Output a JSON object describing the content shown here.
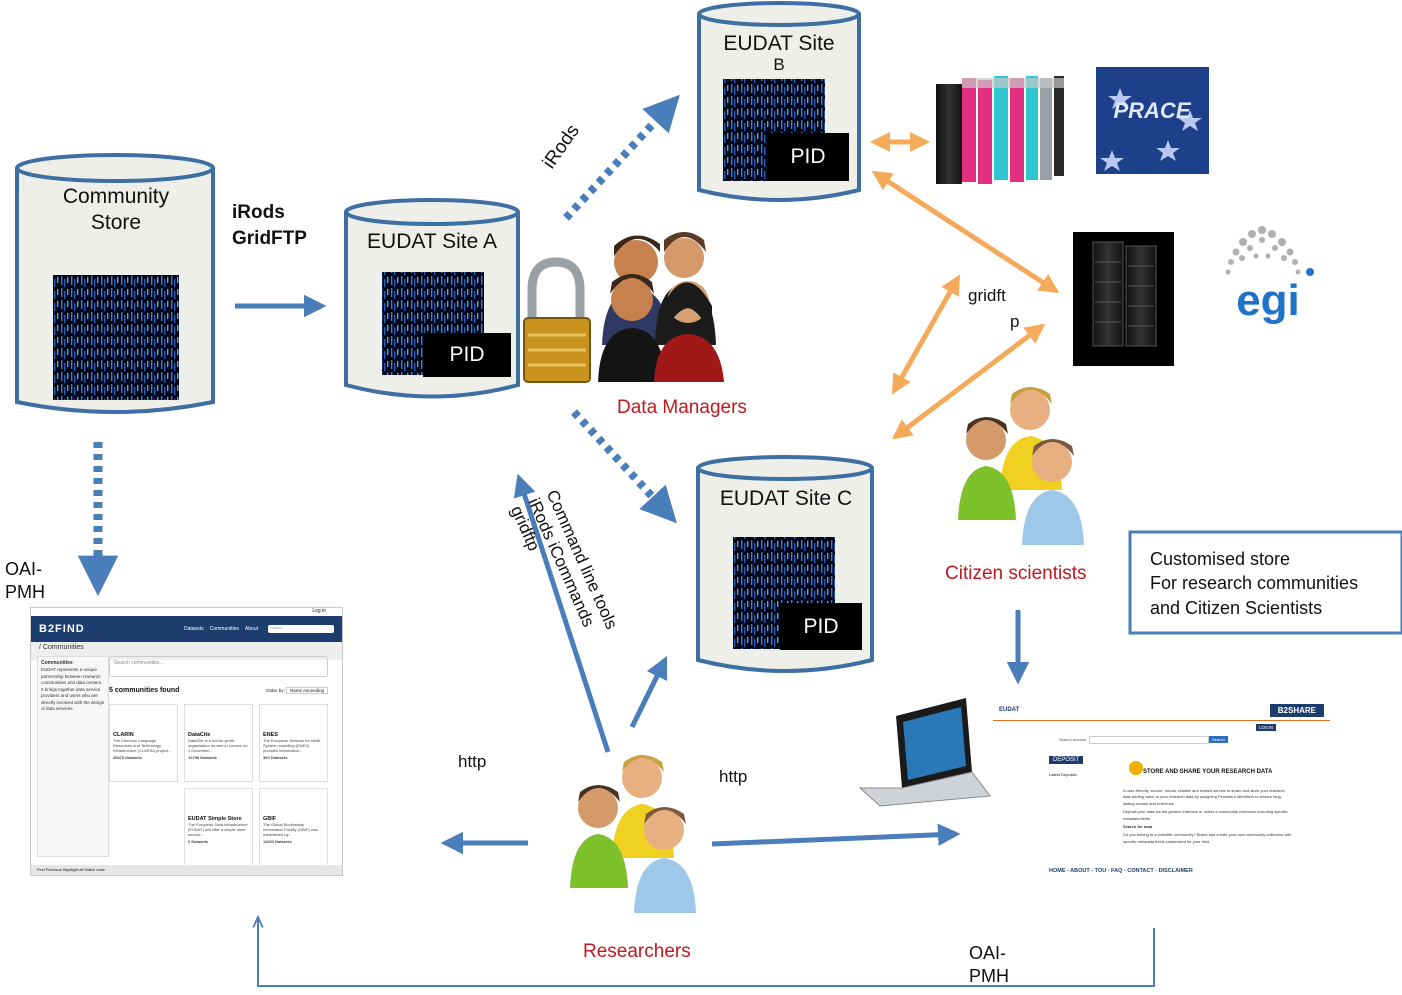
{
  "nodes": {
    "community_store": {
      "label_line1": "Community",
      "label_line2": "Store"
    },
    "site_a": {
      "label": "EUDAT Site A",
      "pid": "PID"
    },
    "site_b": {
      "label_line1": "EUDAT Site",
      "label_line2": "B",
      "pid": "PID"
    },
    "site_c": {
      "label": "EUDAT Site C",
      "pid": "PID"
    },
    "data_managers": "Data Managers",
    "citizen_scientists": "Citizen scientists",
    "researchers": "Researchers",
    "customised_store": {
      "line1": "Customised store",
      "line2": "For research communities",
      "line3": "and Citizen Scientists"
    },
    "prace_logo": "PRACE",
    "egi_logo": "egi"
  },
  "edge_labels": {
    "irods_gridftp_line1": "iRods",
    "irods_gridftp_line2": "GridFTP",
    "irods_diag": "iRods",
    "gridftp_line1": "gridft",
    "gridftp_line2": "p",
    "oai_pmh_left_line1": "OAI-",
    "oai_pmh_left_line2": "PMH",
    "oai_pmh_bottom_line1": "OAI-",
    "oai_pmh_bottom_line2": "PMH",
    "http_left": "http",
    "http_right": "http",
    "cmd_line1": "Command line tools",
    "cmd_line2": "iRods iCommands",
    "cmd_line3": "gridftp"
  },
  "b2find": {
    "logo": "B2FIND",
    "login": "Log in",
    "nav": [
      "Datasets",
      "Communities",
      "About"
    ],
    "search_placeholder": "Search",
    "breadcrumb": "/ Communities",
    "side_title": "Communities",
    "side_text": "EUDAT represents a unique partnership between research communities and data centers. It brings together data service providers and users who are directly involved with the design of data services.",
    "search_communities": "Search communities...",
    "found": "5 communities found",
    "order_by": "Order by:",
    "order_value": "Name Ascending",
    "cards": [
      {
        "name": "CLARIN",
        "text": "The Common Language Resources and Technology Infrastructure (CLARIN) project...",
        "count": "35470 Datasets"
      },
      {
        "name": "DataCite",
        "text": "DataCite is a not-for-profit organisation formed in London on 1 December...",
        "count": "10798 Datasets"
      },
      {
        "name": "ENES",
        "text": "The European Network for earth System modelling (ENES) provides information...",
        "count": "360 Datasets"
      },
      {
        "name": "EUDAT Simple Store",
        "text": "The European Data Infrastructure (EUDAT) will offer a simple store service...",
        "count": "0 Datasets"
      },
      {
        "name": "GBIF",
        "text": "The Global Biodiversity Information Facility (GBIF) was established by...",
        "count": "11000 Datasets"
      }
    ],
    "bottom_bar": "Find   Previous   Highlight all   Match case"
  },
  "b2share": {
    "eudat": "EUDAT",
    "brand": "B2SHARE",
    "login": "LOGIN",
    "search_label": "Search records:",
    "search_button": "Search",
    "deposit": "DEPOSIT",
    "latest": "Latest Deposits",
    "title": "STORE AND SHARE YOUR RESEARCH DATA",
    "text1": "A user-friendly, secure, robust, reliable and trusted service to share and store your research data adding value to your research data by assigning Persistent Identifiers to ensure long-lasting access and reference",
    "text2": "Deposit your data via the generic interface or select a community extension including specific metadata fields",
    "text3": "Search for data",
    "text4": "Do you belong to a scientific community? Brand and create your own community collection with specific metadata fields customized for your field",
    "footer": "HOME - ABOUT - TOU - FAQ - CONTACT - DISCLAIMER"
  },
  "colors": {
    "blue_arrow": "#4a7ebb",
    "orange_arrow": "#f5a95a",
    "cylinder_stroke": "#3e6fa3",
    "cylinder_fill": "#efefe9",
    "red_text": "#c0181e"
  },
  "icons": [
    "padlock-icon",
    "people-icon",
    "server-rack-icon",
    "laptop-icon",
    "supercomputer-icon",
    "matrix-data-icon"
  ]
}
